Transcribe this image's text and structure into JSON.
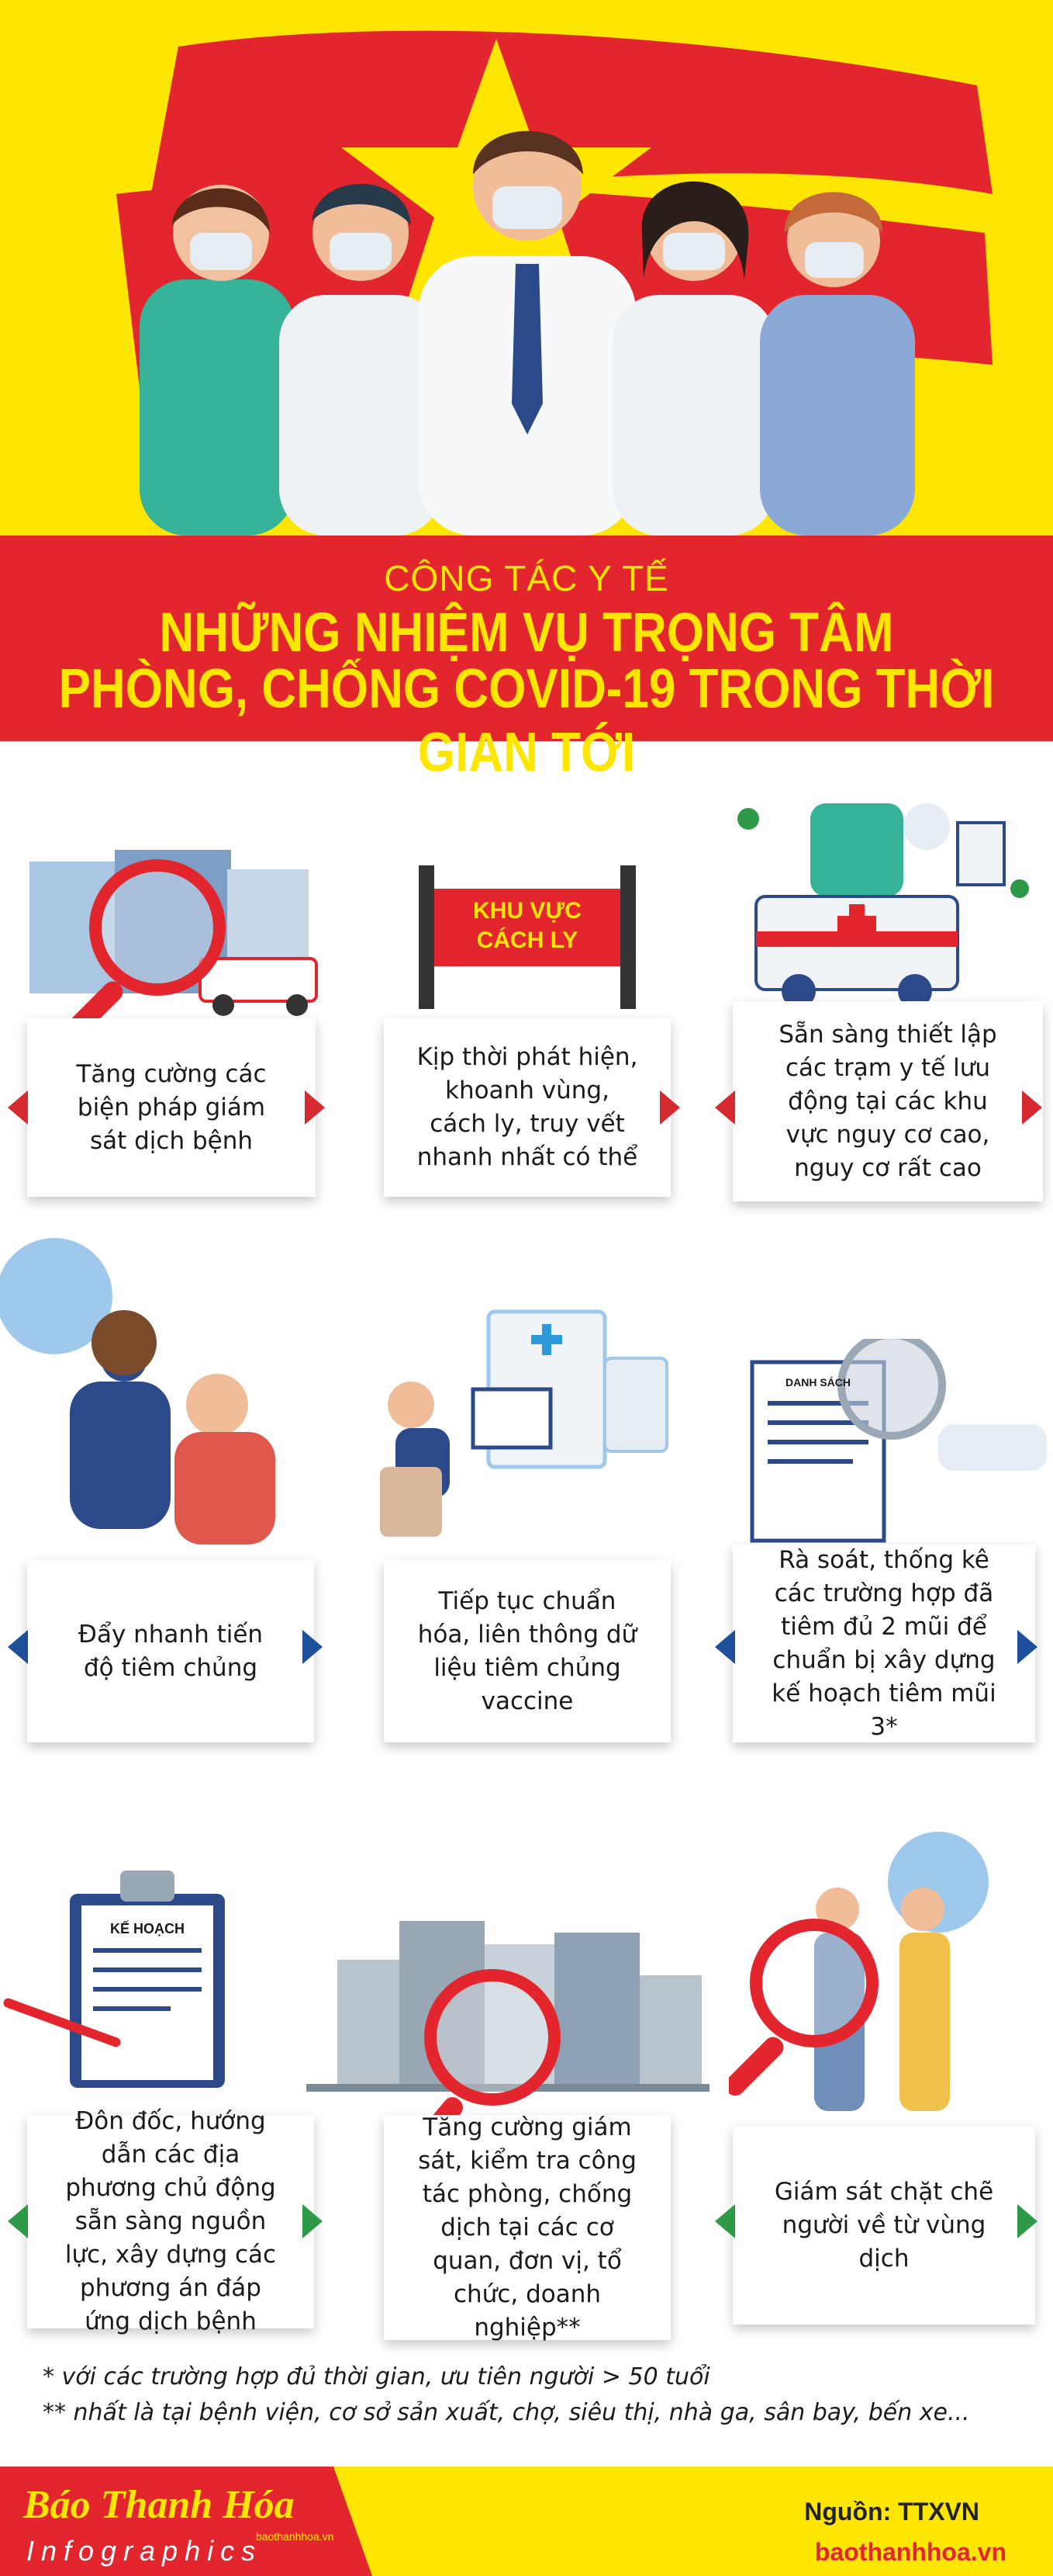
{
  "header": {
    "kicker": "CÔNG TÁC Y TẾ",
    "title_line1": "NHỮNG NHIỆM VỤ TRỌNG TÂM",
    "title_line2": "PHÒNG, CHỐNG COVID-19 TRONG THỜI GIAN TỚI"
  },
  "colors": {
    "brand_red": "#e3262d",
    "brand_yellow": "#ffe600",
    "arrow_red": "#d42a30",
    "arrow_blue": "#1d4f9a",
    "arrow_green": "#2e9a47"
  },
  "items": [
    {
      "text": "Tăng cường các biện pháp giám sát dịch bệnh",
      "illustration": "hospital-magnifier"
    },
    {
      "text": "Kịp thời phát hiện, khoanh vùng, cách ly, truy vết nhanh nhất có thể",
      "illustration": "quarantine-sign",
      "sign_label_1": "KHU VỰC",
      "sign_label_2": "CÁCH LY"
    },
    {
      "text": "Sẵn sàng thiết lập các trạm y tế lưu động tại các khu vực nguy cơ cao, nguy cơ rất cao",
      "illustration": "ambulance-medical-team"
    },
    {
      "text": "Đẩy nhanh tiến độ tiêm chủng",
      "illustration": "nurse-vaccinating"
    },
    {
      "text": "Tiếp tục chuẩn hóa, liên thông dữ liệu tiêm chủng vaccine",
      "illustration": "person-at-computer"
    },
    {
      "text": "Rà soát, thống kê các trường hợp đã tiêm đủ 2 mũi để chuẩn bị xây dựng kế hoạch tiêm mũi 3*",
      "illustration": "list-clipboard",
      "clipboard_label": "DANH SÁCH"
    },
    {
      "text": "Đôn đốc, hướng dẫn các địa phương chủ động sẵn sàng nguồn lực, xây dựng các phương án đáp ứng dịch bệnh",
      "illustration": "plan-clipboard",
      "clipboard_label": "KẾ HOẠCH"
    },
    {
      "text": "Tăng cường giám sát, kiểm tra công tác phòng, chống dịch tại các cơ quan, đơn vị, tổ chức, doanh nghiệp**",
      "illustration": "city-magnifier"
    },
    {
      "text": "Giám sát chặt chẽ người về từ vùng dịch",
      "illustration": "travellers-magnifier"
    }
  ],
  "notes": {
    "note1": "* với các trường hợp đủ thời gian, ưu tiên người > 50 tuổi",
    "note2": "** nhất là tại bệnh viện, cơ sở sản xuất, chợ, siêu thị, nhà ga, sân bay, bến xe..."
  },
  "footer": {
    "brand": "Báo Thanh Hóa",
    "brand_url_small": "baothanhhoa.vn",
    "brand_sub": "Infographics",
    "source": "Nguồn: TTXVN",
    "site": "baothanhhoa.vn"
  }
}
